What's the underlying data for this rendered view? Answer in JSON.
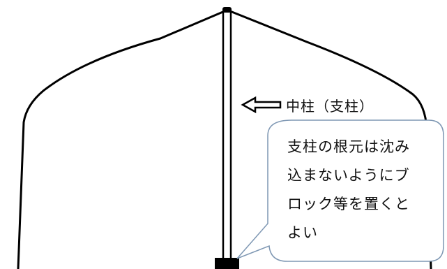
{
  "pillar_label": "中柱（支柱）",
  "callout": {
    "lines": [
      "支柱の根元は沈み",
      "込まないようにブ",
      "ロック等を置くと",
      "よい"
    ]
  },
  "colors": {
    "outline": "#000000",
    "callout_border": "#7e97b3",
    "background": "#ffffff"
  }
}
